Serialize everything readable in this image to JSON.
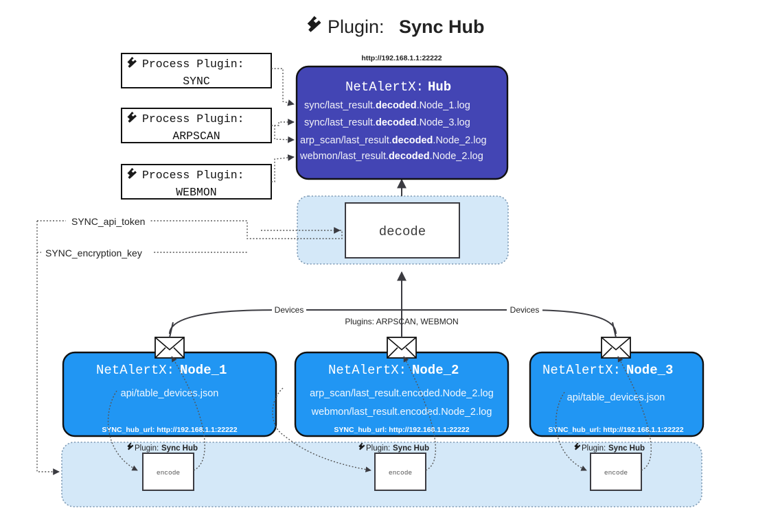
{
  "title": {
    "icon": "plug-icon",
    "prefix": "Plugin:",
    "name": "Sync Hub"
  },
  "process_plugins": {
    "label": "Process Plugin:",
    "icon": "plug-icon",
    "items": [
      {
        "name": "SYNC"
      },
      {
        "name": "ARPSCAN"
      },
      {
        "name": "WEBMON"
      }
    ]
  },
  "hub": {
    "url": "http://192.168.1.1:22222",
    "title_prefix": "NetAlertX:",
    "title_name": "Hub",
    "color": "#4345b4",
    "lines": [
      {
        "pre": "sync/last_result.",
        "em": "decoded",
        "post": ".Node_1.log"
      },
      {
        "pre": "sync/last_result.",
        "em": "decoded",
        "post": ".Node_3.log"
      },
      {
        "pre": "arp_scan/last_result.",
        "em": "decoded",
        "post": ".Node_2.log"
      },
      {
        "pre": "webmon/last_result.",
        "em": "decoded",
        "post": ".Node_2.log"
      }
    ]
  },
  "decode": {
    "label": "decode"
  },
  "keys": {
    "api_token": "SYNC_api_token",
    "encryption_key": "SYNC_encryption_key"
  },
  "edge_labels": {
    "devices_left": "Devices",
    "devices_right": "Devices",
    "plugins_middle": "Plugins: ARPSCAN, WEBMON"
  },
  "nodes": [
    {
      "title_prefix": "NetAlertX:",
      "title_name": "Node_1",
      "lines": [
        "api/table_devices.json"
      ],
      "hub_url_label": "SYNC_hub_url: http://192.168.1.1:22222",
      "color": "#2196f3"
    },
    {
      "title_prefix": "NetAlertX:",
      "title_name": "Node_2",
      "lines": [
        "arp_scan/last_result.encoded.Node_2.log",
        "webmon/last_result.encoded.Node_2.log"
      ],
      "hub_url_label": "SYNC_hub_url: http://192.168.1.1:22222",
      "color": "#2196f3"
    },
    {
      "title_prefix": "NetAlertX:",
      "title_name": "Node_3",
      "lines": [
        "api/table_devices.json"
      ],
      "hub_url_label": "SYNC_hub_url: http://192.168.1.1:22222",
      "color": "#2196f3"
    }
  ],
  "encoders": [
    {
      "plugin_prefix": "Plugin:",
      "plugin_name": "Sync Hub",
      "label": "encode"
    },
    {
      "plugin_prefix": "Plugin:",
      "plugin_name": "Sync Hub",
      "label": "encode"
    },
    {
      "plugin_prefix": "Plugin:",
      "plugin_name": "Sync Hub",
      "label": "encode"
    }
  ],
  "colors": {
    "container_fill": "#d4e8f8",
    "container_stroke": "#7f9bb5",
    "line": "#3b3b41"
  }
}
